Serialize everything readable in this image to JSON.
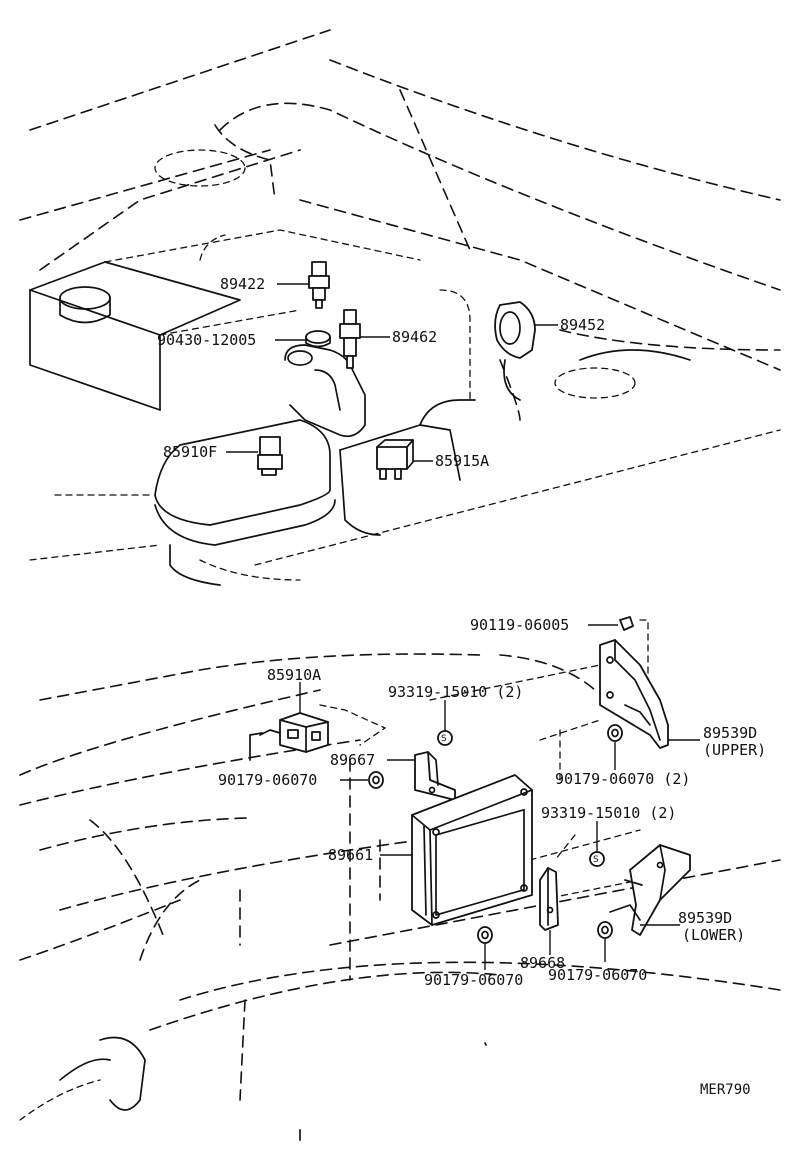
{
  "diagram_id": "MER790",
  "labels": {
    "p89422": "89422",
    "p90430": "90430-12005",
    "p89462": "89462",
    "p89452": "89452",
    "p85910f": "85910F",
    "p85915a": "85915A",
    "p90119": "90119-06005",
    "p85910a": "85910A",
    "p93319_upper": "93319-15010 (2)",
    "p89667": "89667",
    "p89539d_upper": "89539D",
    "upper_note": "(UPPER)",
    "p90179_left": "90179-06070",
    "p90179_right2": "90179-06070 (2)",
    "p93319_lower": "93319-15010 (2)",
    "p89661": "89661",
    "p89668": "89668",
    "p89539d_lower": "89539D",
    "lower_note": "(LOWER)",
    "p90179_bottom_left": "90179-06070",
    "p90179_bottom_right": "90179-06070"
  },
  "icons": {
    "clip_mark": "S"
  }
}
